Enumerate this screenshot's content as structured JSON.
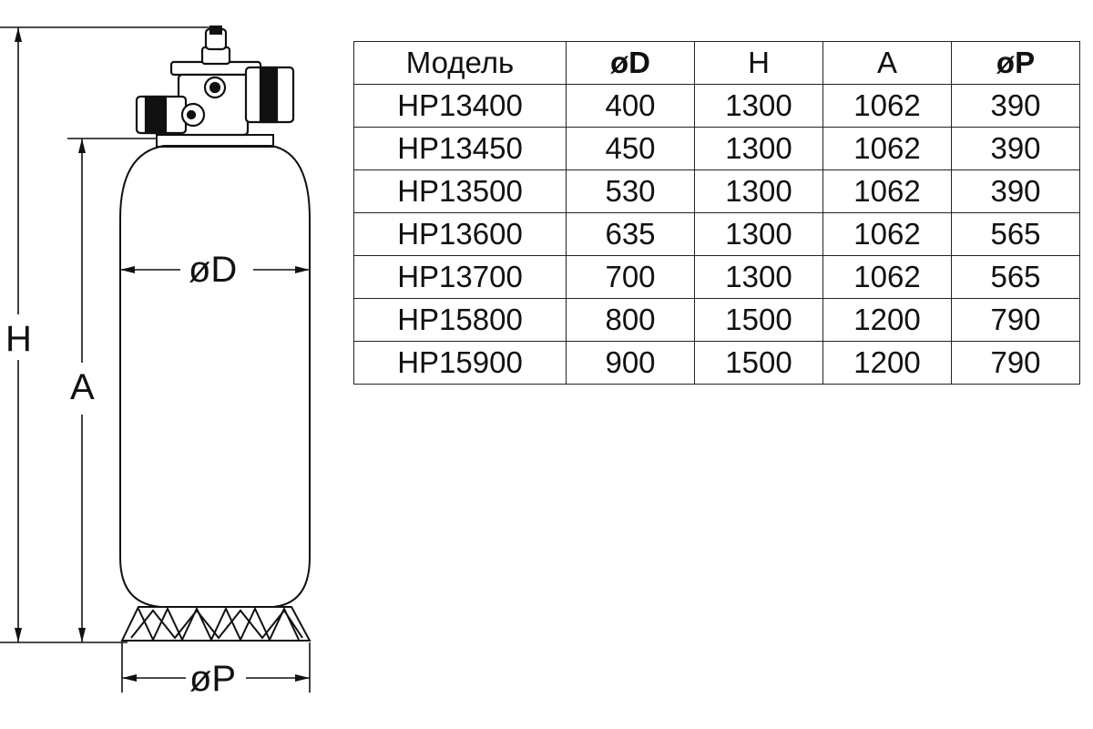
{
  "diagram": {
    "labels": {
      "height": "H",
      "a": "A",
      "diameter": "øD",
      "base": "øP"
    }
  },
  "table": {
    "headers": [
      "Модель",
      "øD",
      "H",
      "A",
      "øP"
    ],
    "rows": [
      [
        "HP13400",
        "400",
        "1300",
        "1062",
        "390"
      ],
      [
        "HP13450",
        "450",
        "1300",
        "1062",
        "390"
      ],
      [
        "HP13500",
        "530",
        "1300",
        "1062",
        "390"
      ],
      [
        "HP13600",
        "635",
        "1300",
        "1062",
        "565"
      ],
      [
        "HP13700",
        "700",
        "1300",
        "1062",
        "565"
      ],
      [
        "HP15800",
        "800",
        "1500",
        "1200",
        "790"
      ],
      [
        "HP15900",
        "900",
        "1500",
        "1200",
        "790"
      ]
    ]
  }
}
